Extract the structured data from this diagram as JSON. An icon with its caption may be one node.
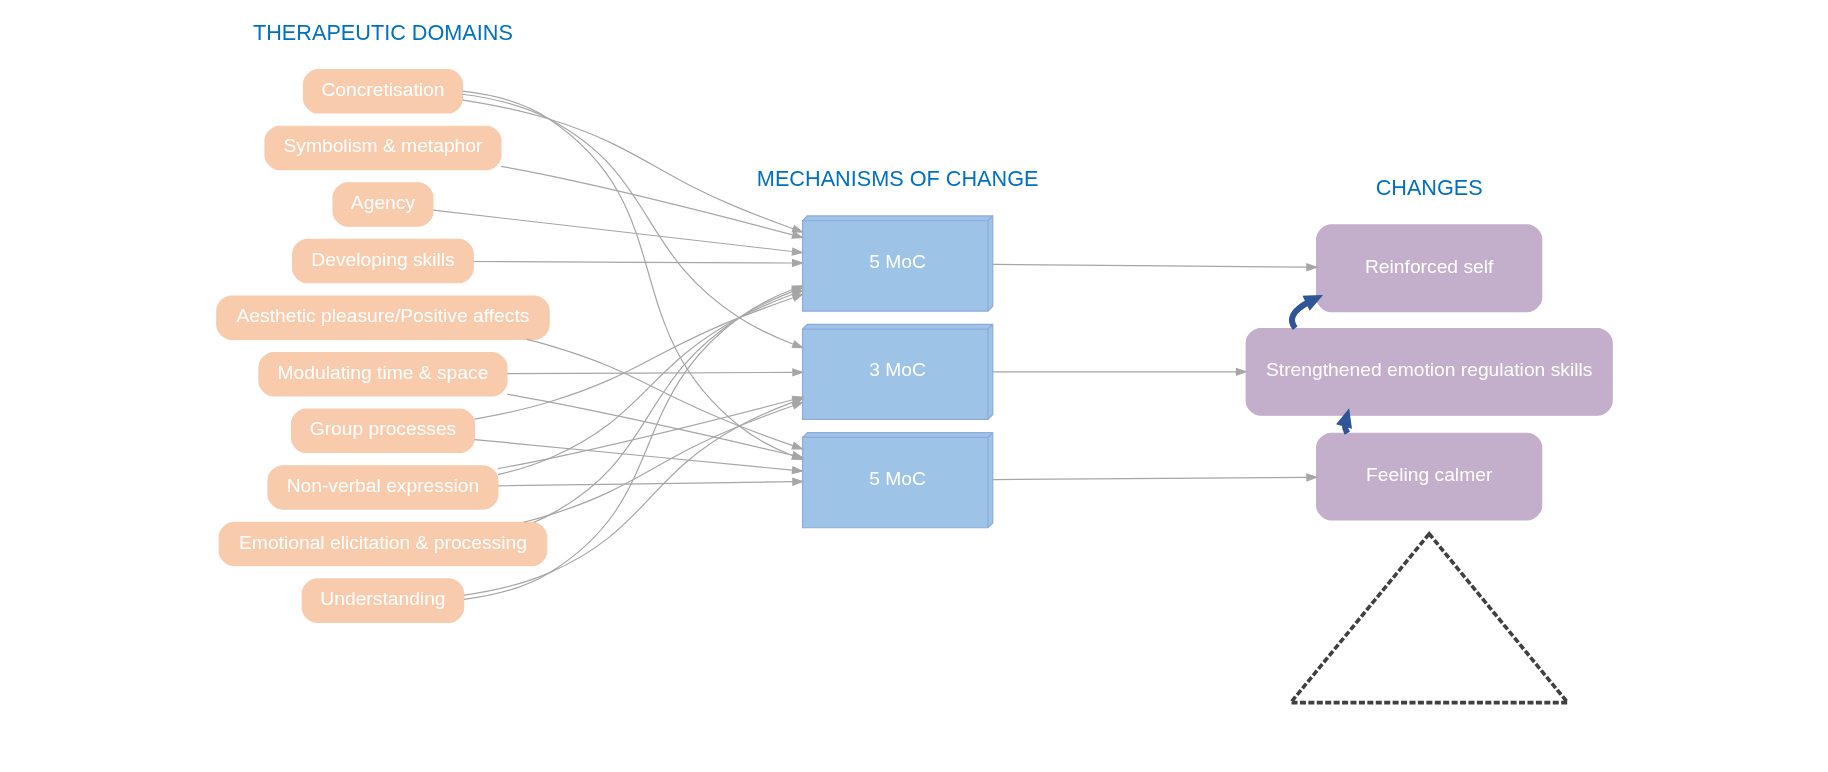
{
  "diagram": {
    "nodes": [
      {
        "text": [
          "Concretisation"
        ]
      },
      {
        "text": [
          "Symbolism & metaphor"
        ]
      },
      {
        "text": [
          "Agency"
        ]
      },
      {
        "text": [
          "Developing skills"
        ]
      },
      {
        "text": [
          "Aesthetic pleasure/Positive affects"
        ]
      },
      {
        "text": [
          "Modulating time & space"
        ]
      },
      {
        "text": [
          "Group processes"
        ]
      },
      {
        "text": [
          "Non-verbal expression"
        ]
      },
      {
        "text": [
          "Emotional elicitation & processing"
        ]
      },
      {
        "text": [
          "Understanding"
        ]
      },
      {
        "text": [
          "5 MoC"
        ]
      },
      {
        "text": [
          "3 MoC"
        ]
      },
      {
        "text": [
          "5 MoC"
        ]
      },
      {
        "text": [
          "Reinforced self"
        ]
      },
      {
        "text": [
          "Strengthened emotion regulation skills"
        ]
      },
      {
        "text": [
          "Feeling calmer"
        ]
      },
      {
        "text": [],
        "shape": "triangle"
      }
    ],
    "edges": [
      {
        "from": 0,
        "to": 10,
        "arrow": "to"
      },
      {
        "from": 0,
        "to": 11,
        "arrow": "to"
      },
      {
        "from": 0,
        "to": 12,
        "arrow": "to"
      },
      {
        "from": 1,
        "to": 10,
        "arrow": "to"
      },
      {
        "from": 2,
        "to": 10,
        "arrow": "to"
      },
      {
        "from": 3,
        "to": 10,
        "arrow": "to"
      },
      {
        "from": 4,
        "to": 12,
        "arrow": "to"
      },
      {
        "from": 5,
        "to": 11,
        "arrow": "to"
      },
      {
        "from": 5,
        "to": 12,
        "arrow": "to"
      },
      {
        "from": 6,
        "to": 10,
        "arrow": "to"
      },
      {
        "from": 6,
        "to": 12,
        "arrow": "to"
      },
      {
        "from": 7,
        "to": 10,
        "arrow": "to"
      },
      {
        "from": 7,
        "to": 11,
        "arrow": "to"
      },
      {
        "from": 7,
        "to": 12,
        "arrow": "to"
      },
      {
        "from": 8,
        "to": 10,
        "arrow": "to"
      },
      {
        "from": 8,
        "to": 11,
        "arrow": "to"
      },
      {
        "from": 9,
        "to": 10,
        "arrow": "to"
      },
      {
        "from": 9,
        "to": 11,
        "arrow": "to"
      },
      {
        "from": 10,
        "to": 13,
        "arrow": "to"
      },
      {
        "from": 11,
        "to": 14,
        "arrow": "to"
      },
      {
        "from": 12,
        "to": 15,
        "arrow": "to"
      },
      {
        "from": 15,
        "to": 14,
        "arrow": "to",
        "style": "thick",
        "color": "#2f5597"
      },
      {
        "from": 14,
        "to": 13,
        "arrow": "to",
        "style": "thick",
        "color": "#2f5597"
      }
    ],
    "labels": [
      "THERAPEUTIC DOMAINS",
      "MECHANISMS OF CHANGE",
      "CHANGES"
    ]
  }
}
